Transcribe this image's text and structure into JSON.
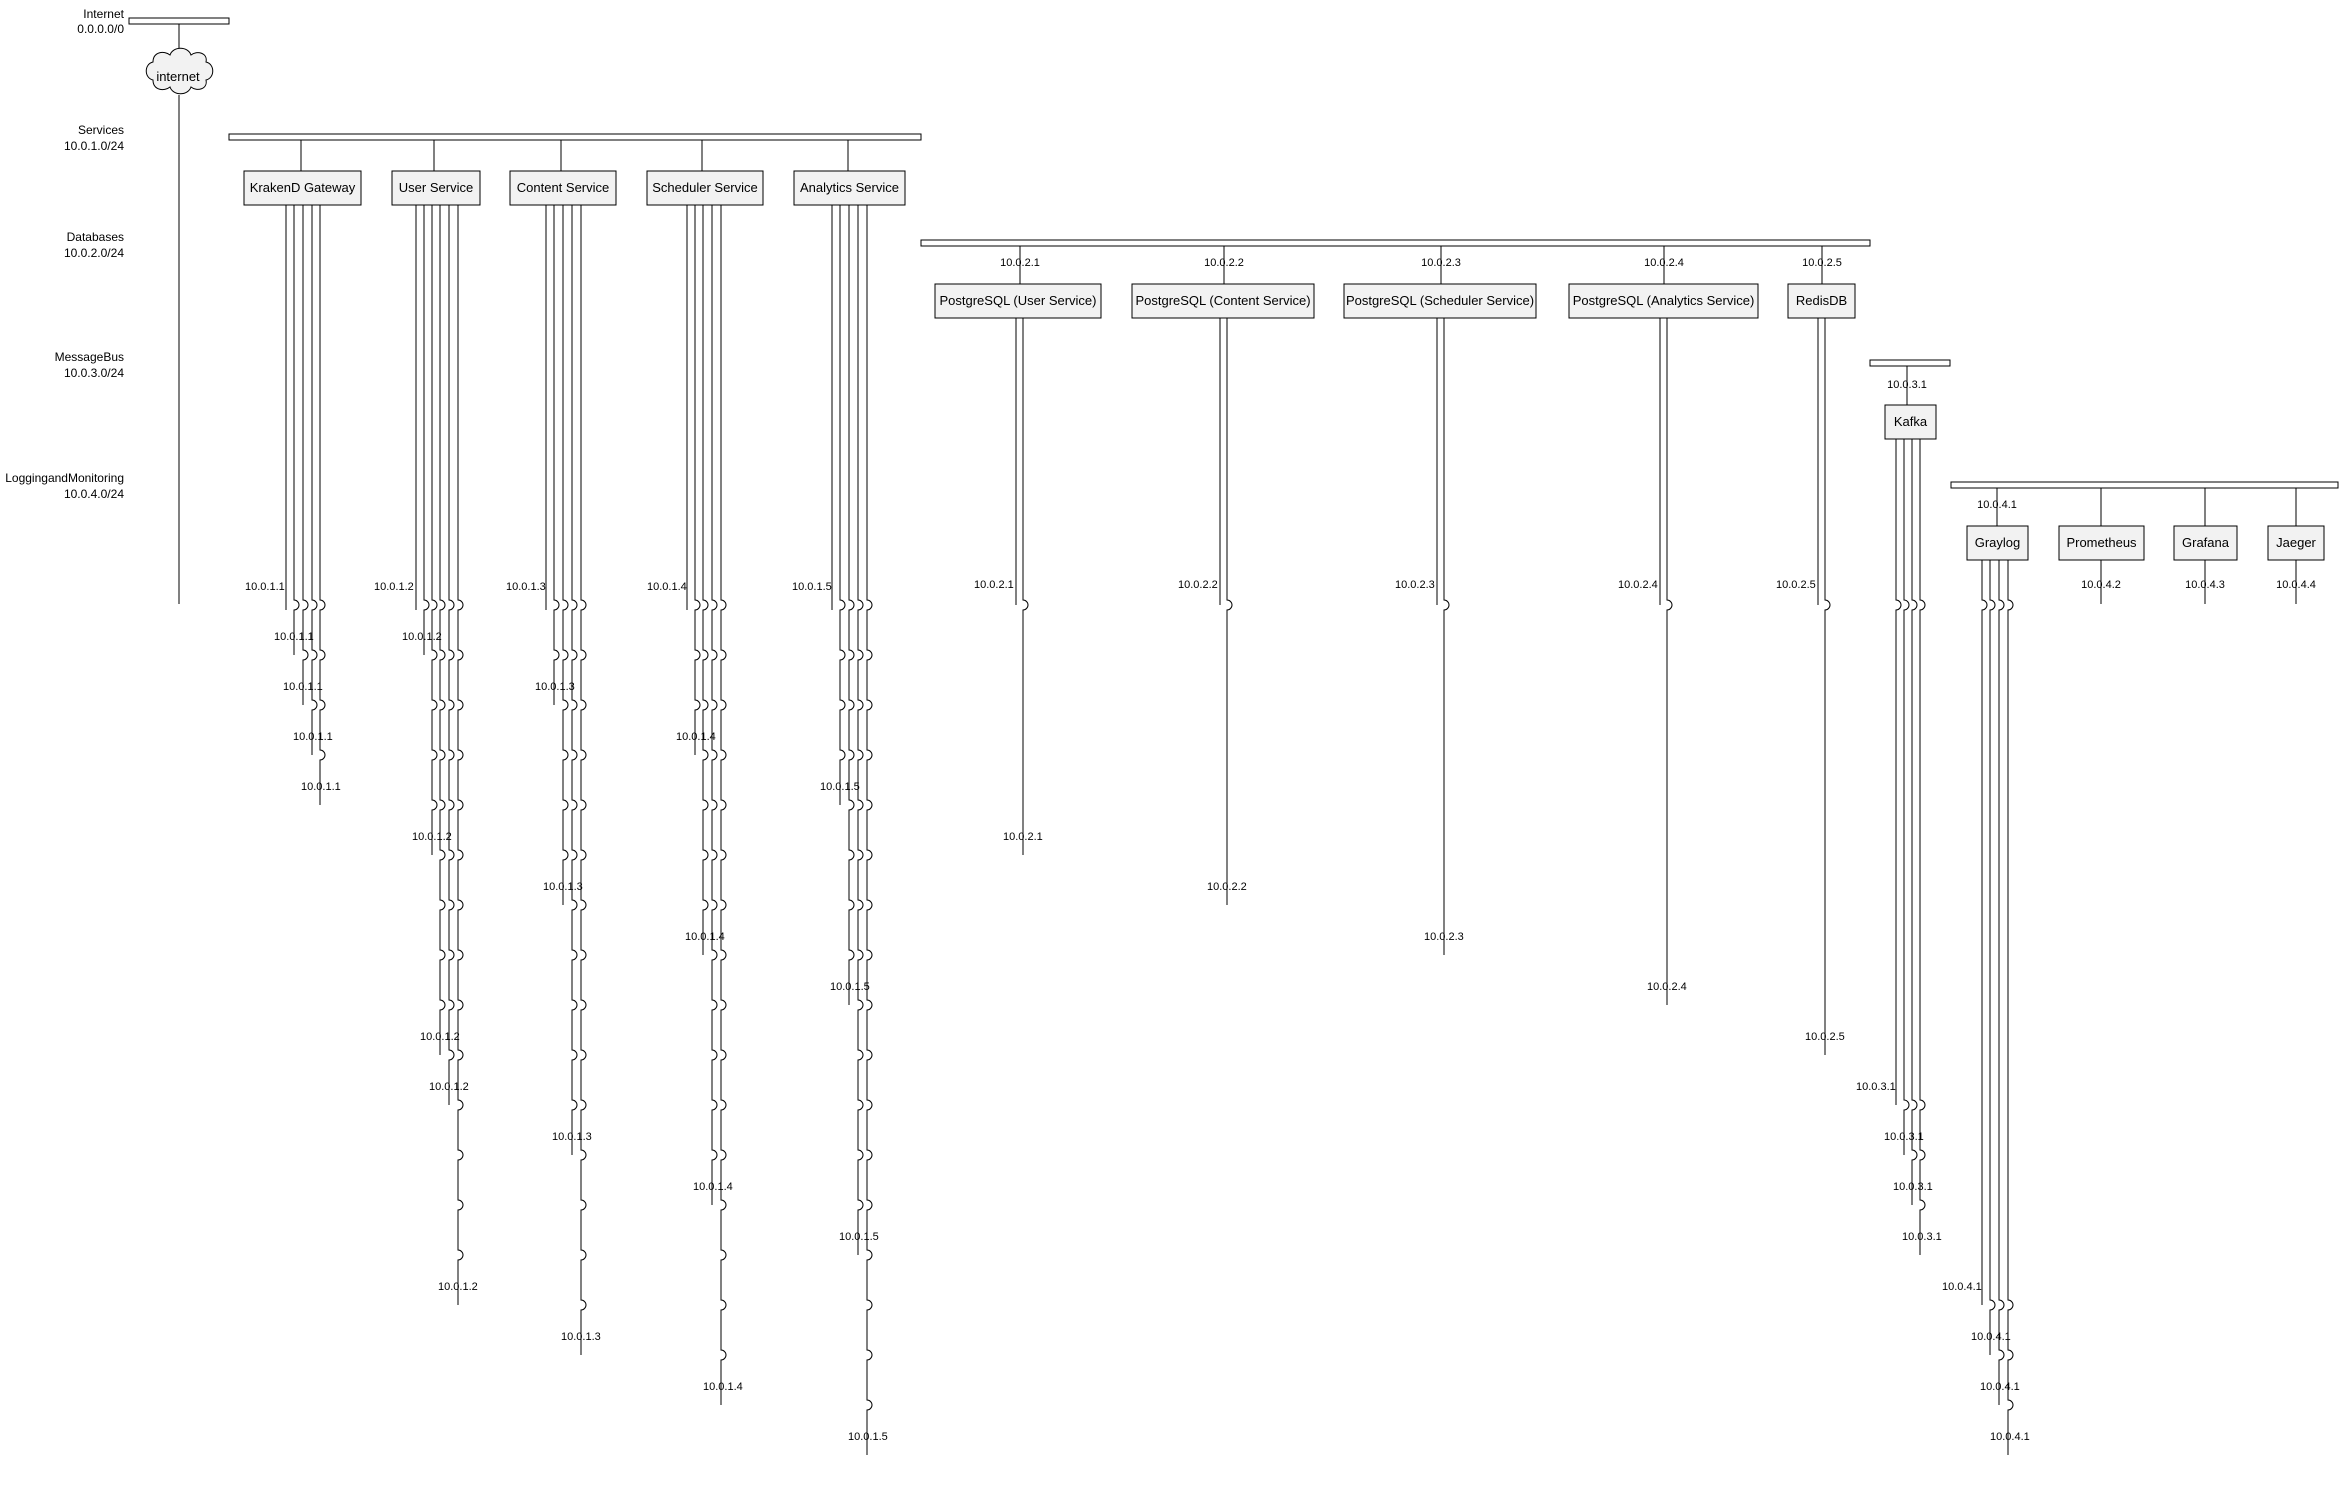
{
  "networks": [
    {
      "name": "Internet",
      "cidr": "0.0.0.0/0"
    },
    {
      "name": "Services",
      "cidr": "10.0.1.0/24"
    },
    {
      "name": "Databases",
      "cidr": "10.0.2.0/24"
    },
    {
      "name": "MessageBus",
      "cidr": "10.0.3.0/24"
    },
    {
      "name": "LoggingandMonitoring",
      "cidr": "10.0.4.0/24"
    }
  ],
  "internet_node": {
    "label": "internet"
  },
  "services": [
    {
      "label": "KrakenD Gateway",
      "ip": "10.0.1.1"
    },
    {
      "label": "User Service",
      "ip": "10.0.1.2"
    },
    {
      "label": "Content Service",
      "ip": "10.0.1.3"
    },
    {
      "label": "Scheduler Service",
      "ip": "10.0.1.4"
    },
    {
      "label": "Analytics Service",
      "ip": "10.0.1.5"
    }
  ],
  "databases": [
    {
      "label": "PostgreSQL (User Service)",
      "ip": "10.0.2.1"
    },
    {
      "label": "PostgreSQL (Content Service)",
      "ip": "10.0.2.2"
    },
    {
      "label": "PostgreSQL (Scheduler Service)",
      "ip": "10.0.2.3"
    },
    {
      "label": "PostgreSQL (Analytics Service)",
      "ip": "10.0.2.4"
    },
    {
      "label": "RedisDB",
      "ip": "10.0.2.5"
    }
  ],
  "message_bus": [
    {
      "label": "Kafka",
      "ip": "10.0.3.1"
    }
  ],
  "monitoring": [
    {
      "label": "Graylog",
      "ip": "10.0.4.1"
    },
    {
      "label": "Prometheus",
      "ip": "10.0.4.2"
    },
    {
      "label": "Grafana",
      "ip": "10.0.4.3"
    },
    {
      "label": "Jaeger",
      "ip": "10.0.4.4"
    }
  ]
}
